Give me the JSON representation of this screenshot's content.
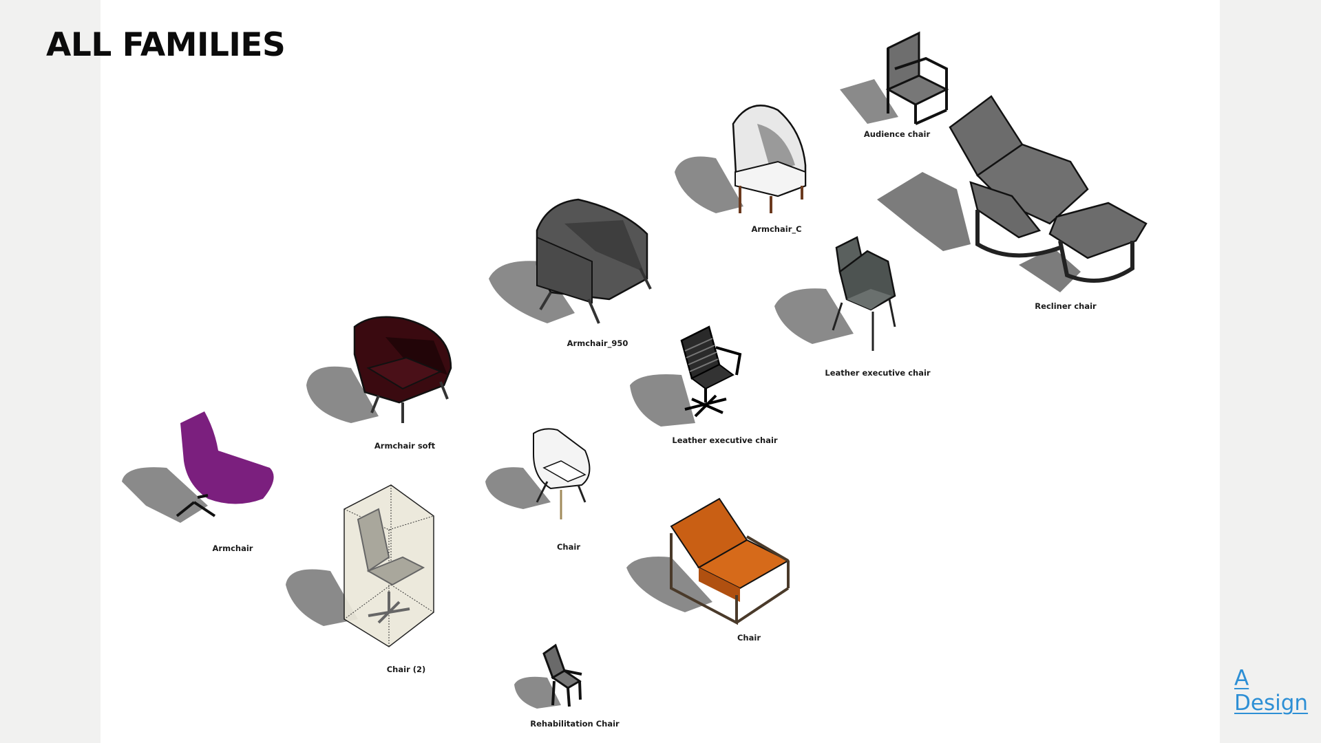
{
  "slide": {
    "title": "ALL FAMILIES",
    "colors": {
      "side_band": "#f1f1f0",
      "canvas": "#ffffff",
      "title": "#0b0b0b",
      "logo": "#2d8fd5",
      "shadow": "#8a8a8a"
    }
  },
  "logo": {
    "line1": "A",
    "line2": "Design"
  },
  "families": [
    {
      "name": "Audience chair",
      "color": "#6e6e6e"
    },
    {
      "name": "Armchair_C",
      "color": "#e8e8e8"
    },
    {
      "name": "Recliner chair",
      "color": "#6c6c6c"
    },
    {
      "name": "Armchair_950",
      "color": "#555555"
    },
    {
      "name": "Leather executive chair",
      "color": "#5a605e"
    },
    {
      "name": "Leather executive chair",
      "color": "#2a2a2a"
    },
    {
      "name": "Armchair soft",
      "color": "#3a0a10"
    },
    {
      "name": "Armchair",
      "color": "#7b1f7e"
    },
    {
      "name": "Chair",
      "color": "#f4f4f4"
    },
    {
      "name": "Chair (2)",
      "color": "#e9e6da"
    },
    {
      "name": "Chair",
      "color": "#c95f14"
    },
    {
      "name": "Rehabilitation Chair",
      "color": "#6a6a6a"
    }
  ]
}
